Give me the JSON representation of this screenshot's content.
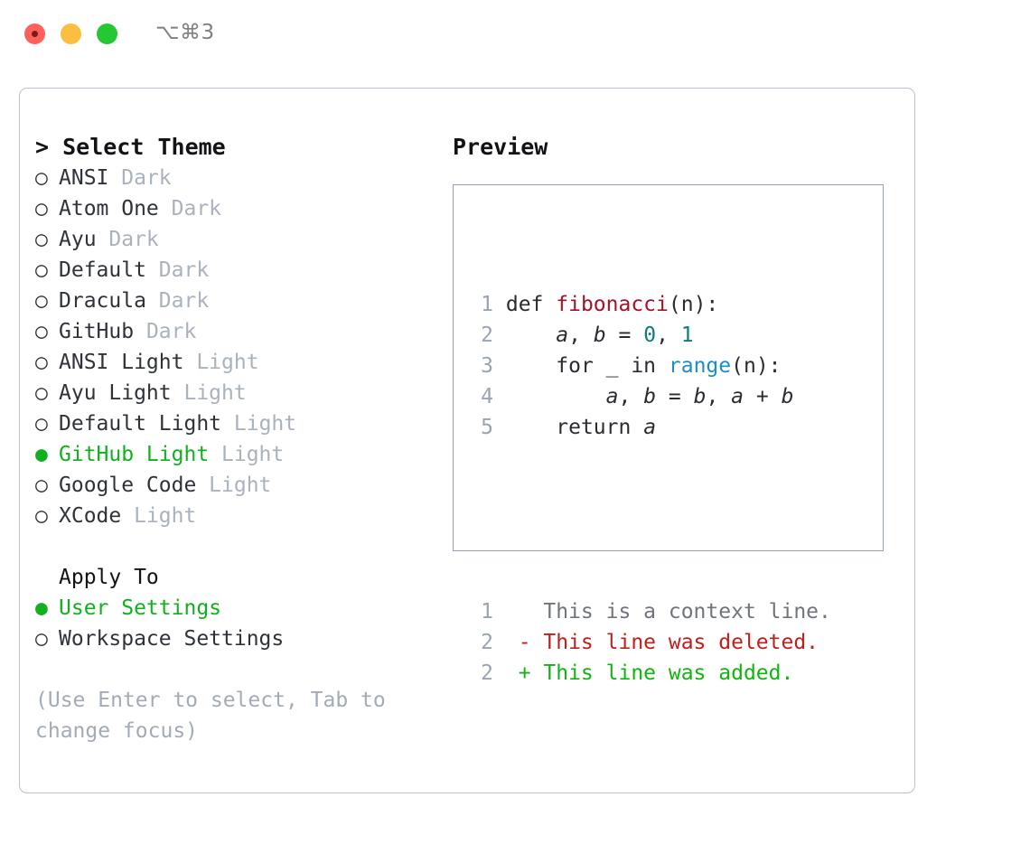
{
  "window": {
    "shortcut": "⌥⌘3",
    "traffic_lights": [
      "close-dot",
      "minimize-dot",
      "maximize-dot"
    ],
    "colors": {
      "close": "#fd6159",
      "minimize": "#fcbe40",
      "maximize": "#25c732",
      "panel_border": "#b9c2cd",
      "preview_border": "#96a1b0",
      "selected_green": "#12b020",
      "muted_gray": "#aab2bd",
      "hint_gray": "#a3abb7"
    }
  },
  "theme_selector": {
    "header": "> Select Theme",
    "marker_selected": "●",
    "marker_unselected": "○",
    "items": [
      {
        "name": "ANSI",
        "variant": "Dark",
        "selected": false
      },
      {
        "name": "Atom One",
        "variant": "Dark",
        "selected": false
      },
      {
        "name": "Ayu",
        "variant": "Dark",
        "selected": false
      },
      {
        "name": "Default",
        "variant": "Dark",
        "selected": false
      },
      {
        "name": "Dracula",
        "variant": "Dark",
        "selected": false
      },
      {
        "name": "GitHub",
        "variant": "Dark",
        "selected": false
      },
      {
        "name": "ANSI Light",
        "variant": "Light",
        "selected": false
      },
      {
        "name": "Ayu Light",
        "variant": "Light",
        "selected": false
      },
      {
        "name": "Default Light",
        "variant": "Light",
        "selected": false
      },
      {
        "name": "GitHub Light",
        "variant": "Light",
        "selected": true
      },
      {
        "name": "Google Code",
        "variant": "Light",
        "selected": false
      },
      {
        "name": "XCode",
        "variant": "Light",
        "selected": false
      }
    ]
  },
  "apply_to": {
    "header": "Apply To",
    "items": [
      {
        "name": "User Settings",
        "selected": true
      },
      {
        "name": "Workspace Settings",
        "selected": false
      }
    ]
  },
  "hint": "(Use Enter to select, Tab to change focus)",
  "preview": {
    "title": "Preview",
    "code_lines": [
      {
        "no": "1",
        "text": "def fibonacci(n):"
      },
      {
        "no": "2",
        "text": "    a, b = 0, 1"
      },
      {
        "no": "3",
        "text": "    for _ in range(n):"
      },
      {
        "no": "4",
        "text": "        a, b = b, a + b"
      },
      {
        "no": "5",
        "text": "    return a"
      }
    ],
    "diff_lines": [
      {
        "no": "1",
        "sign": " ",
        "text": "This is a context line.",
        "kind": "context"
      },
      {
        "no": "2",
        "sign": "-",
        "text": "This line was deleted.",
        "kind": "deleted"
      },
      {
        "no": "2",
        "sign": "+",
        "text": "This line was added.",
        "kind": "added"
      }
    ],
    "tokens": {
      "keyword_def": "def",
      "func_name": "fibonacci",
      "keyword_for": "for",
      "keyword_in": "in",
      "keyword_return": "return",
      "builtin_range": "range",
      "num_zero": "0",
      "num_one": "1"
    }
  }
}
